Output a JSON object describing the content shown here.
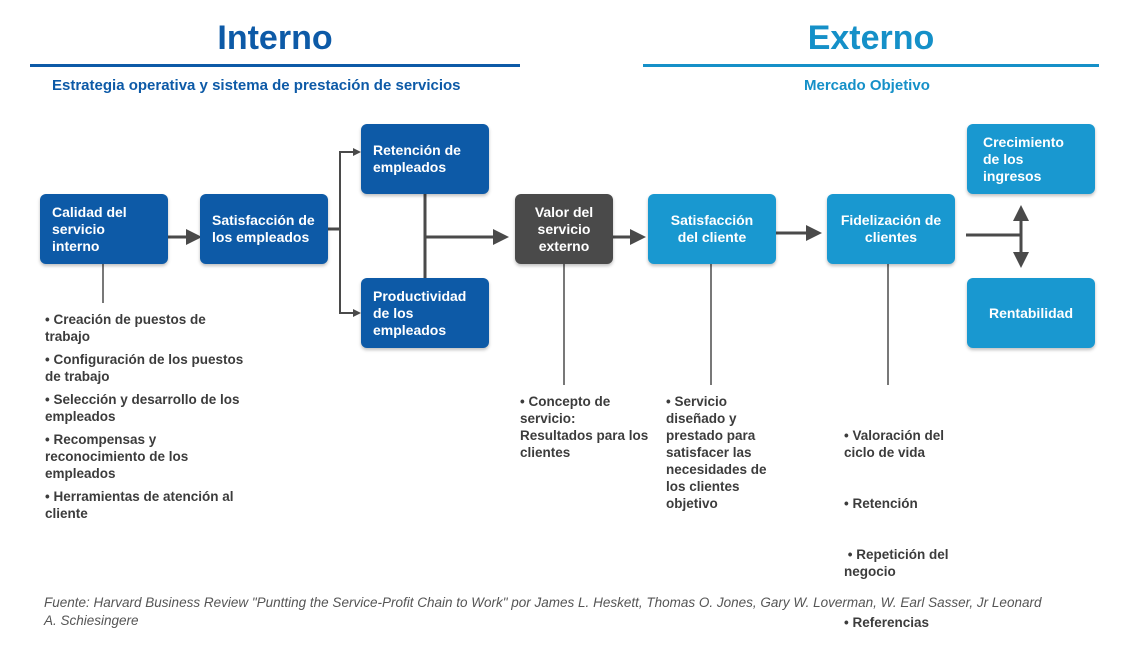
{
  "headers": {
    "internal": "Interno",
    "external": "Externo",
    "internal_sub": "Estrategia operativa y sistema de prestación de servicios",
    "external_sub": "Mercado Objetivo"
  },
  "boxes": {
    "internal_quality": "Calidad del servicio interno",
    "employee_satisfaction": "Satisfacción de los empleados",
    "employee_retention": "Retención de empleados",
    "employee_productivity": "Productividad de los empleados",
    "external_value": "Valor del servicio externo",
    "customer_satisfaction": "Satisfacción del cliente",
    "customer_loyalty": "Fidelización de clientes",
    "revenue_growth": "Crecimiento de los ingresos",
    "profitability": "Rentabilidad"
  },
  "lists": {
    "internal_quality": [
      "• Creación de puestos de trabajo",
      "• Configuración de los puestos de trabajo",
      "• Selección y desarrollo de los empleados",
      "• Recompensas y reconocimiento de los empleados",
      "• Herramientas de atención al cliente"
    ],
    "external_value": [
      "• Concepto de servicio: Resultados para los clientes"
    ],
    "customer_satisfaction": [
      "• Servicio diseñado y prestado para satisfacer las necesidades de los clientes objetivo"
    ],
    "customer_loyalty": [
      "• Valoración del ciclo de vida",
      "• Retención",
      " • Repetición del negocio",
      "• Referencias"
    ]
  },
  "footnote": "Fuente: Harvard Business Review \"Puntting the Service-Profit Chain to Work\" por James L. Heskett, Thomas O. Jones, Gary W. Loverman, W. Earl Sasser, Jr Leonard A. Schiesingere",
  "colors": {
    "dark_blue": "#0d5aa7",
    "light_blue": "#1998d0",
    "grey": "#4a4a4a",
    "connector": "#4a4a4a"
  }
}
